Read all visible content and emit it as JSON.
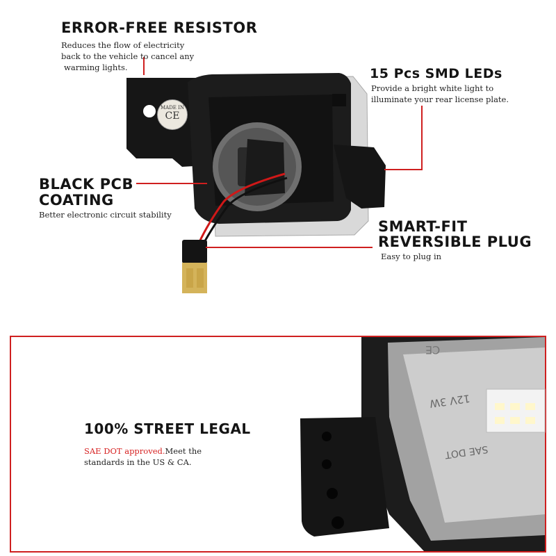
{
  "features": {
    "resistor": {
      "title": "ERROR-FREE RESISTOR",
      "lines": [
        "Reduces the flow of electricity",
        "back to the vehicle to cancel any",
        "warming lights."
      ]
    },
    "leds": {
      "title_count": "15",
      "title_rest": " Pcs SMD LEDs",
      "lines": [
        "Provide a bright white light to",
        "illuminate your rear license plate."
      ]
    },
    "pcb": {
      "title_line1": "BLACK PCB",
      "title_line2": "COATING",
      "lines": [
        "Better electronic circuit stability"
      ]
    },
    "plug": {
      "title_line1": "SMART-FIT",
      "title_line2": "REVERSIBLE PLUG",
      "lines": [
        "Easy to plug in"
      ]
    },
    "legal": {
      "title": "100% STREET LEGAL",
      "highlight": "SAE DOT approved.",
      "line1_rest": "Meet the",
      "line2": "standards in the US & CA."
    }
  },
  "product_markings": {
    "housing_top": [
      "MADE IN",
      "CE"
    ],
    "lens_ce": "CE",
    "lens_voltage": "12V 3W",
    "lens_sae": "SAE DOT"
  },
  "colors": {
    "accent_red": "#cf1f1f",
    "housing_black": "#1a1a1a",
    "wire_red": "#d01818",
    "connector_gold": "#d4b35a"
  }
}
